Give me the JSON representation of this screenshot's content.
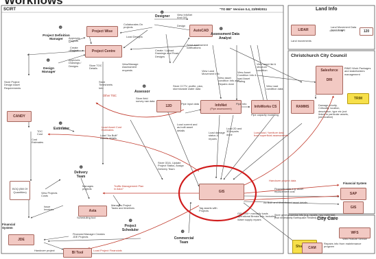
{
  "heading": "Workflows",
  "header_left": "SCIRT",
  "header_center": "\"TO BE\" Version 0.4, 23/09/2011",
  "panel_titles": {
    "land_info": "Land Info",
    "christchurch": "Christchurch City Council",
    "city_care": "City Care"
  },
  "boxes": {
    "project_wise": "Project Wise",
    "project_centre": "Project Centre",
    "autocad": "AutoCAD",
    "b12d": "12D",
    "infonet": "InfoNet",
    "infonet_sub": "(Pipe assessment)",
    "infoworks": "InfoWorks CS",
    "infoworks_sub": "Pipe capacity modelling",
    "ramms": "RAMMS",
    "salesforce": "Salesforce",
    "dri": "DRI",
    "trim": "TRIM",
    "lidar": "LIDAR",
    "lidar_small": "120",
    "candy": "CANDY",
    "boq": "BOQ (Bill Of Quantities)",
    "jde": "JDE",
    "bi_tool": "BI Tool",
    "asta": "Asta",
    "gis": "GIS",
    "sap": "SAP",
    "ccc_gis": "GIS",
    "wfs": "WFS",
    "wfs_sub": "Web Feature Service",
    "sharepoint": "Sharepoint",
    "cam": "CAM"
  },
  "roles": {
    "designer": "Designer",
    "project_definition_manager": "Project Definition Manager",
    "design_manager": "Design Manager",
    "assessment_data_analyst": "Assessment Data Analyst",
    "assessor": "Assessor",
    "estimator": "Estimator",
    "delivery_team": "Delivery Team",
    "project_scheduler": "Project Scheduler",
    "commercial_team": "Commercial Team",
    "financial_system": "Financial System",
    "financial_system_right": "Financial System",
    "scheduling_tool": "Scheduling tool"
  },
  "labels": {
    "store_project_design": "Store Project Design Asset Requirements",
    "approves_projects": "Approves Projects",
    "create_project": "Create Project",
    "approves_drawings": "Approves Drawings / Designs",
    "collaborates": "Collaborates On projects",
    "load_designs": "Load Designs",
    "view_infonet": "View InfoNet And GIS",
    "design": "Design",
    "create_upload_drawings": "Create / Upload Drawings and Road Designs",
    "send_assessment": "Send assessment notifications",
    "view_manage": "View/Manage Assessment requests",
    "store_toc": "Store TOC Details",
    "store_timesheets": "Store Timesheets Info",
    "other_tbc": "Other TBC",
    "view_land_movement": "View Land Movement Info",
    "store_cctv": "Store CCTV, profile, plan, storm/waste water data",
    "store_field_survey": "Store field survey raw data",
    "view_asset_condition": "View asset condition Info and Repairs done",
    "view_asset_condition2": "View Asset Condition Info & load Asset Rating",
    "view_asset_list": "View asset list & structure condition",
    "view_road_condition": "View road condition data",
    "pipe_input_data": "Pipe input data",
    "pipe_info": "Pipe Info",
    "load_asset_cost": "Load Asset Cost Estimates",
    "toc_cost": "TOC Cost",
    "cost_estimates": "Cost Estimates",
    "load_as_built": "Load \"As Built\" Assets details",
    "load_current": "Load current and as-built asset details",
    "load_damage": "Load damage status & repairs",
    "load_2d_3d": "Load 2D and 3D repairs done",
    "load_road_furniture": "Load road / furniture data from superficial assessments",
    "view_projects": "View Projects Costs",
    "issue_invoices": "Issue Invoices",
    "manages_projects": "Manages projects",
    "traffic_management": "Traffic Management Plan in Asta?",
    "manages_project_tasks": "Manages Project Tasks and timelines",
    "store_gda": "Store GDA, Update Project Status, Assign Delivery Team",
    "tag_assets": "Tag assets with Projects",
    "gis_manually": "GIS 1000+ manually loads operational Breaks info, including Water supply repairs",
    "handover_project_data": "Handover project data",
    "financial_data": "Financial data e.g. asset replacement cost",
    "as_built_abandoned": "As Built and Abandoned asset details",
    "store_general_service": "Store general service info (e.g. repairs, new materials) (Not necessarily Earthquake Related) (Weekly update)",
    "financial_manager": "Financial Manager Creates JDE Projects",
    "handover_project": "Handover project",
    "load_project_financials": "Load Project Financials",
    "land_movement_data": "Land Movement Data (spot levels)",
    "land_movements": "Land movements",
    "rimo_work": "RIMO Work Packages and stakeholders management",
    "damage_priority": "Damage priority, Criticality, location, description, type etc (not linked to particular assets, just location)",
    "repairs_info": "Repairs info from maintenance program"
  }
}
